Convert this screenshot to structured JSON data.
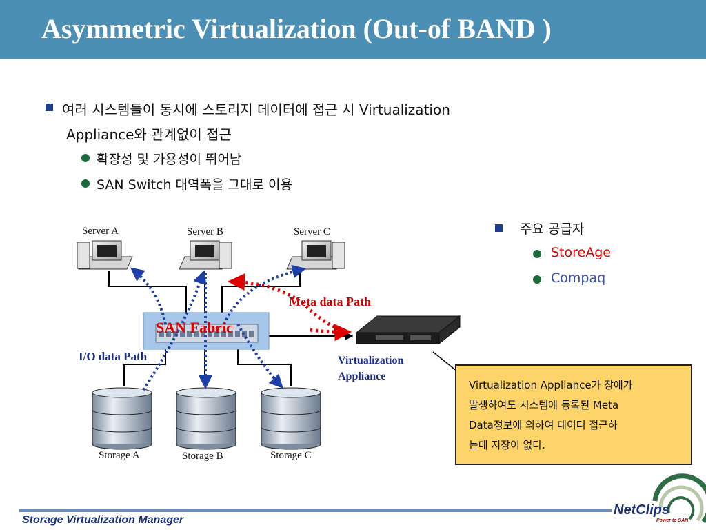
{
  "title": "Asymmetric Virtualization (Out-of BAND  )",
  "bullets": {
    "main_line1": "여러 시스템들이 동시에 스토리지 데이터에 접근 시 Virtualization",
    "main_line2": "Appliance와 관계없이 접근",
    "sub1": "확장성 및 가용성이 뛰어남",
    "sub2": "SAN Switch 대역폭을 그대로 이용"
  },
  "vendors": {
    "heading": "주요 공급자",
    "items": [
      "StoreAge",
      "Compaq"
    ]
  },
  "diagram": {
    "servers": [
      "Server  A",
      "Server  B",
      "Server  C"
    ],
    "storages": [
      "Storage A",
      "Storage B",
      "Storage C"
    ],
    "san_label": "SAN Fabric",
    "io_path_label": "I/O data Path",
    "meta_path_label": "Meta data Path",
    "appliance_line1": "Virtualization",
    "appliance_line2": "Appliance"
  },
  "note_lines": [
    "Virtualization Appliance가 장애가",
    "발생하여도 시스템에 등록된 Meta",
    "Data정보에 의하여 데이터 접근하",
    "는데 지장이 없다."
  ],
  "footer": {
    "text": "Storage Virtualization Manager",
    "logo": "NetClips",
    "logo_tagline": "Power to SAN"
  },
  "colors": {
    "title_bar": "#4b8fb5",
    "meta_path": "#e00000",
    "io_path": "#1f3fa8",
    "note_bg": "#fcd46a"
  }
}
